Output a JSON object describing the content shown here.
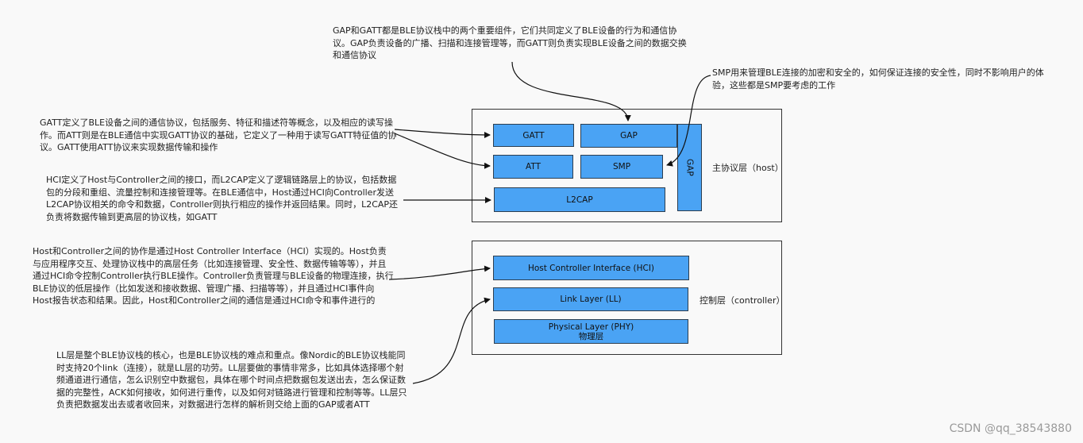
{
  "notes": {
    "gap_gatt": "GAP和GATT都是BLE协议栈中的两个重要组件，它们共同定义了BLE设备的行为和通信协议。GAP负责设备的广播、扫描和连接管理等，而GATT则负责实现BLE设备之间的数据交换和通信协议",
    "smp": "SMP用来管理BLE连接的加密和安全的，如何保证连接的安全性，同时不影响用户的体验，这些都是SMP要考虑的工作",
    "gatt": "GATT定义了BLE设备之间的通信协议，包括服务、特征和描述符等概念，以及相应的读写操作。而ATT则是在BLE通信中实现GATT协议的基础，它定义了一种用于读写GATT特征值的协议。GATT使用ATT协议来实现数据传输和操作",
    "hci_l2cap": "HCI定义了Host与Controller之间的接口，而L2CAP定义了逻辑链路层上的协议，包括数据包的分段和重组、流量控制和连接管理等。在BLE通信中，Host通过HCI向Controller发送L2CAP协议相关的命令和数据，Controller则执行相应的操作并返回结果。同时，L2CAP还负责将数据传输到更高层的协议栈，如GATT",
    "host_controller": "Host和Controller之间的协作是通过Host Controller Interface（HCI）实现的。Host负责与应用程序交互、处理协议栈中的高层任务（比如连接管理、安全性、数据传输等等），并且通过HCI命令控制Controller执行BLE操作。Controller负责管理与BLE设备的物理连接，执行BLE协议的低层操作（比如发送和接收数据、管理广播、扫描等等），并且通过HCI事件向Host报告状态和结果。因此，Host和Controller之间的通信是通过HCI命令和事件进行的",
    "ll": "LL层是整个BLE协议栈的核心，也是BLE协议栈的难点和重点。像Nordic的BLE协议栈能同时支持20个link（连接），就是LL层的功劳。LL层要做的事情非常多，比如具体选择哪个射频通道进行通信，怎么识别空中数据包，具体在哪个时间点把数据包发送出去，怎么保证数据的完整性，ACK如何接收，如何进行重传，以及如何对链路进行管理和控制等等。LL层只负责把数据发出去或者收回来，对数据进行怎样的解析则交给上面的GAP或者ATT"
  },
  "host": {
    "label": "主协议层（host）",
    "blocks": {
      "gatt": "GATT",
      "gap": "GAP",
      "att": "ATT",
      "smp": "SMP",
      "l2cap": "L2CAP",
      "gap_vertical": "GAP"
    }
  },
  "controller": {
    "label": "控制层（controller）",
    "blocks": {
      "hci": "Host Controller Interface (HCI)",
      "ll": "Link Layer (LL)",
      "phy_en": "Physical Layer (PHY)",
      "phy_cn": "物理层"
    }
  },
  "watermark": "CSDN @qq_38543880",
  "colors": {
    "block_fill": "#4aa3f4",
    "block_border": "#2c3e50",
    "frame": "#333333"
  }
}
